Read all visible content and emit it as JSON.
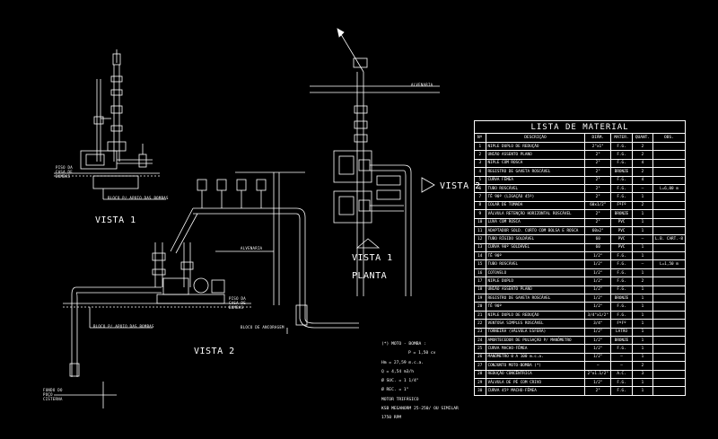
{
  "views": {
    "vista1_top": "VISTA 1",
    "vista2": "VISTA 2",
    "vista2_side": "VISTA 2",
    "vista1_plan": "VISTA 1",
    "planta": "PLANTA"
  },
  "annotations": {
    "alvenaria_top": "ALVENARIA",
    "alvenaria_mid": "ALVENARIA",
    "piso_casa_bombas_1": "PISO DA CASA DE BOMBAS",
    "piso_casa_bombas_2": "PISO DA CASA DE BOMBAS",
    "bloco_apoio_1": "BLOCO P/ APOIO DAS BOMBAS",
    "bloco_apoio_2": "BLOCO P/ APOIO DAS BOMBAS",
    "bloco_ancoragem": "BLOCO DE ANCORAGEM",
    "fundo_poco": "FUNDO DO POÇO CISTERNA"
  },
  "notes": [
    "(*) MOTO - BOMBA :",
    "P = 1,50 cv",
    "Hm = 27,59 m.c.a.",
    "Q = 4,54 m3/h",
    "Ø SUC. = 1 1/4\"",
    "Ø REC. = 1\"",
    "MOTOR TRIFÁSICO",
    "KSB MEGANORM 25-250/ OU SIMILAR",
    "1750 RPM"
  ],
  "materials": {
    "title": "LISTA DE MATERIAL",
    "headers": [
      "Nº",
      "DESCRIÇÃO",
      "DIÂM.",
      "MATER.",
      "QUANT.",
      "OBS."
    ],
    "rows": [
      [
        "1",
        "NIPLE DUPLO DE REDUÇÃO",
        "2\"x1\"",
        "F.G.",
        "2",
        ""
      ],
      [
        "2",
        "UNIÃO ASSENTO PLANO",
        "2\"",
        "F.G.",
        "2",
        ""
      ],
      [
        "3",
        "NIPLE COM ROSCA",
        "2\"",
        "F.G.",
        "4",
        ""
      ],
      [
        "4",
        "REGISTRO DE GAVETA ROSCÁVEL",
        "2\"",
        "BRONZE",
        "2",
        ""
      ],
      [
        "5",
        "CURVA FÊMEA",
        "2\"",
        "F.G.",
        "4",
        ""
      ],
      [
        "6",
        "TUBO ROSCÁVEL",
        "2\"",
        "F.G.",
        "—",
        "L=6,00 m"
      ],
      [
        "7",
        "TÊ 90º (LIGAÇÃO 45º)",
        "2\"",
        "F.G.",
        "1",
        ""
      ],
      [
        "8",
        "COLAR DE TOMADA",
        "60x1/2\"",
        "FºFº",
        "2",
        ""
      ],
      [
        "9",
        "VÁLVULA RETENÇÃO HORIZONTAL ROSCÁVEL",
        "2\"",
        "BRONZE",
        "1",
        ""
      ],
      [
        "10",
        "LUVA COM ROSCA",
        "2\"",
        "PVC",
        "1",
        ""
      ],
      [
        "11",
        "ADAPTADOR SOLD. CURTO COM BOLSA E ROSCA",
        "60x2\"",
        "PVC",
        "1",
        ""
      ],
      [
        "12",
        "TUBO RÍGIDO SOLDÁVEL",
        "60",
        "PVC",
        "—",
        "L.B. CART.-8"
      ],
      [
        "13",
        "CURVA 90º SOLDÁVEL",
        "60",
        "PVC",
        "1",
        ""
      ],
      [
        "14",
        "TÊ 90º",
        "1/2\"",
        "F.G.",
        "1",
        ""
      ],
      [
        "15",
        "TUBO ROSCÁVEL",
        "1/2\"",
        "F.G.",
        "—",
        "L=1,50 m"
      ],
      [
        "16",
        "COTOVELO",
        "1/2\"",
        "F.G.",
        "1",
        ""
      ],
      [
        "17",
        "NIPLE DUPLO",
        "1/2\"",
        "F.G.",
        "2",
        ""
      ],
      [
        "18",
        "UNIÃO ASSENTO PLANO",
        "1/2\"",
        "F.G.",
        "1",
        ""
      ],
      [
        "19",
        "REGISTRO DE GAVETA ROSCÁVEL",
        "1/2\"",
        "BRONZE",
        "1",
        ""
      ],
      [
        "20",
        "TÊ 90º",
        "1/2\"",
        "F.G.",
        "1",
        ""
      ],
      [
        "21",
        "NIPLE DUPLO DE REDUÇÃO",
        "3/4\"x1/2\"",
        "F.G.",
        "1",
        ""
      ],
      [
        "22",
        "VENTOSA SIMPLES ROSCÁVEL",
        "3/4\"",
        "FºFº",
        "1",
        ""
      ],
      [
        "23",
        "TORNEIRA (VÁLVULA ESFERA)",
        "1/2\"",
        "LATÃO",
        "1",
        ""
      ],
      [
        "24",
        "AMORTECEDOR DE PULSAÇÃO P/ MANÔMETRO",
        "1/2\"",
        "BRONZE",
        "1",
        ""
      ],
      [
        "25",
        "CURVA MACHO-FÊMEA",
        "1/2\"",
        "F.G.",
        "1",
        ""
      ],
      [
        "26",
        "MANÔMETRO 0 A 100 m.c.a.",
        "1/2\"",
        "—",
        "1",
        ""
      ],
      [
        "27",
        "CONJUNTO MOTO-BOMBA (*)",
        "—",
        "—",
        "2",
        ""
      ],
      [
        "28",
        "REDUÇÃO CONCÊNTRICA",
        "2\"x1.1/2\"",
        "A.C.",
        "3",
        ""
      ],
      [
        "29",
        "VÁLVULA DE PÉ COM CRIVO",
        "1/2\"",
        "F.G.",
        "1",
        ""
      ],
      [
        "30",
        "CURVA 45º MACHO-FÊMEA",
        "2\"",
        "F.G.",
        "1",
        ""
      ]
    ]
  }
}
